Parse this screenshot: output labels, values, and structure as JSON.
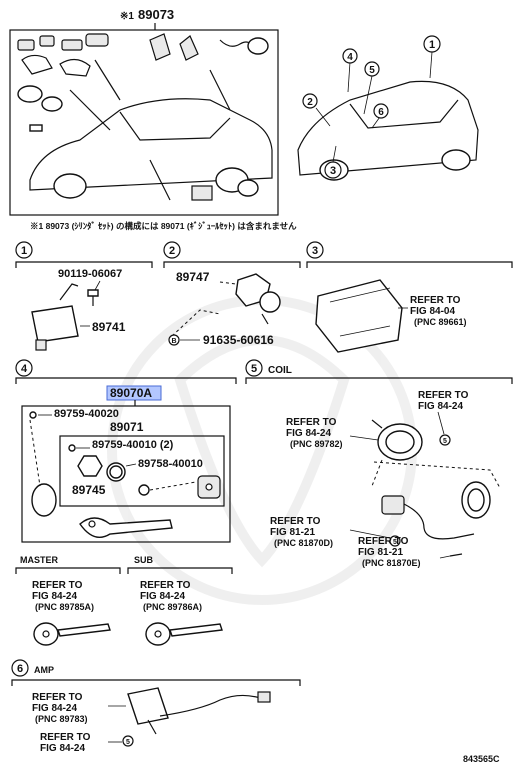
{
  "top_section": {
    "part_number": "89073",
    "note_marker": "※1",
    "footnote": "※1  89073 (ｼﾘﾝﾀﾞ ｾｯﾄ) の構成には 89071 (ｷﾞｼﾞｭｰﾙｾｯﾄ) は含まれません",
    "car_callouts": [
      "1",
      "2",
      "3",
      "4",
      "5",
      "6"
    ]
  },
  "group1": {
    "number": "1",
    "bolt_part": "90119-06067",
    "module_part": "89741"
  },
  "group2": {
    "number": "2",
    "part": "89747",
    "bulb_part": "91635-60616",
    "bulb_marker": "B"
  },
  "group3": {
    "number": "3",
    "refer_line1": "REFER TO",
    "refer_line2": "FIG 84-04",
    "refer_pnc": "(PNC 89661)"
  },
  "group4": {
    "number": "4",
    "highlight_part": "89070A",
    "screw_part": "89759-40020",
    "set_part": "89071",
    "sub_screw_part": "89759-40010 (2)",
    "ring_part": "89758-40010",
    "cover_part": "89745"
  },
  "group5": {
    "number": "5",
    "title": "COIL",
    "ref_a_line1": "REFER TO",
    "ref_a_line2": "FIG 84-24",
    "ref_b_line1": "REFER TO",
    "ref_b_line2": "FIG 84-24",
    "ref_b_pnc": "(PNC 89782)",
    "ref_c_line1": "REFER TO",
    "ref_c_line2": "FIG 81-21",
    "ref_c_pnc": "(PNC 81870D)",
    "ref_d_line1": "REFER TO",
    "ref_d_line2": "FIG 81-21",
    "ref_d_pnc": "(PNC 81870E)",
    "marker": "5"
  },
  "master": {
    "title": "MASTER",
    "line1": "REFER TO",
    "line2": "FIG 84-24",
    "pnc": "(PNC 89785A)"
  },
  "sub": {
    "title": "SUB",
    "line1": "REFER TO",
    "line2": "FIG 84-24",
    "pnc": "(PNC 89786A)"
  },
  "group6": {
    "number": "6",
    "title": "AMP",
    "ref_a_line1": "REFER TO",
    "ref_a_line2": "FIG 84-24",
    "ref_a_pnc": "(PNC 89783)",
    "ref_b_line1": "REFER TO",
    "ref_b_line2": "FIG 84-24",
    "marker": "5"
  },
  "diagram_code": "843565C"
}
